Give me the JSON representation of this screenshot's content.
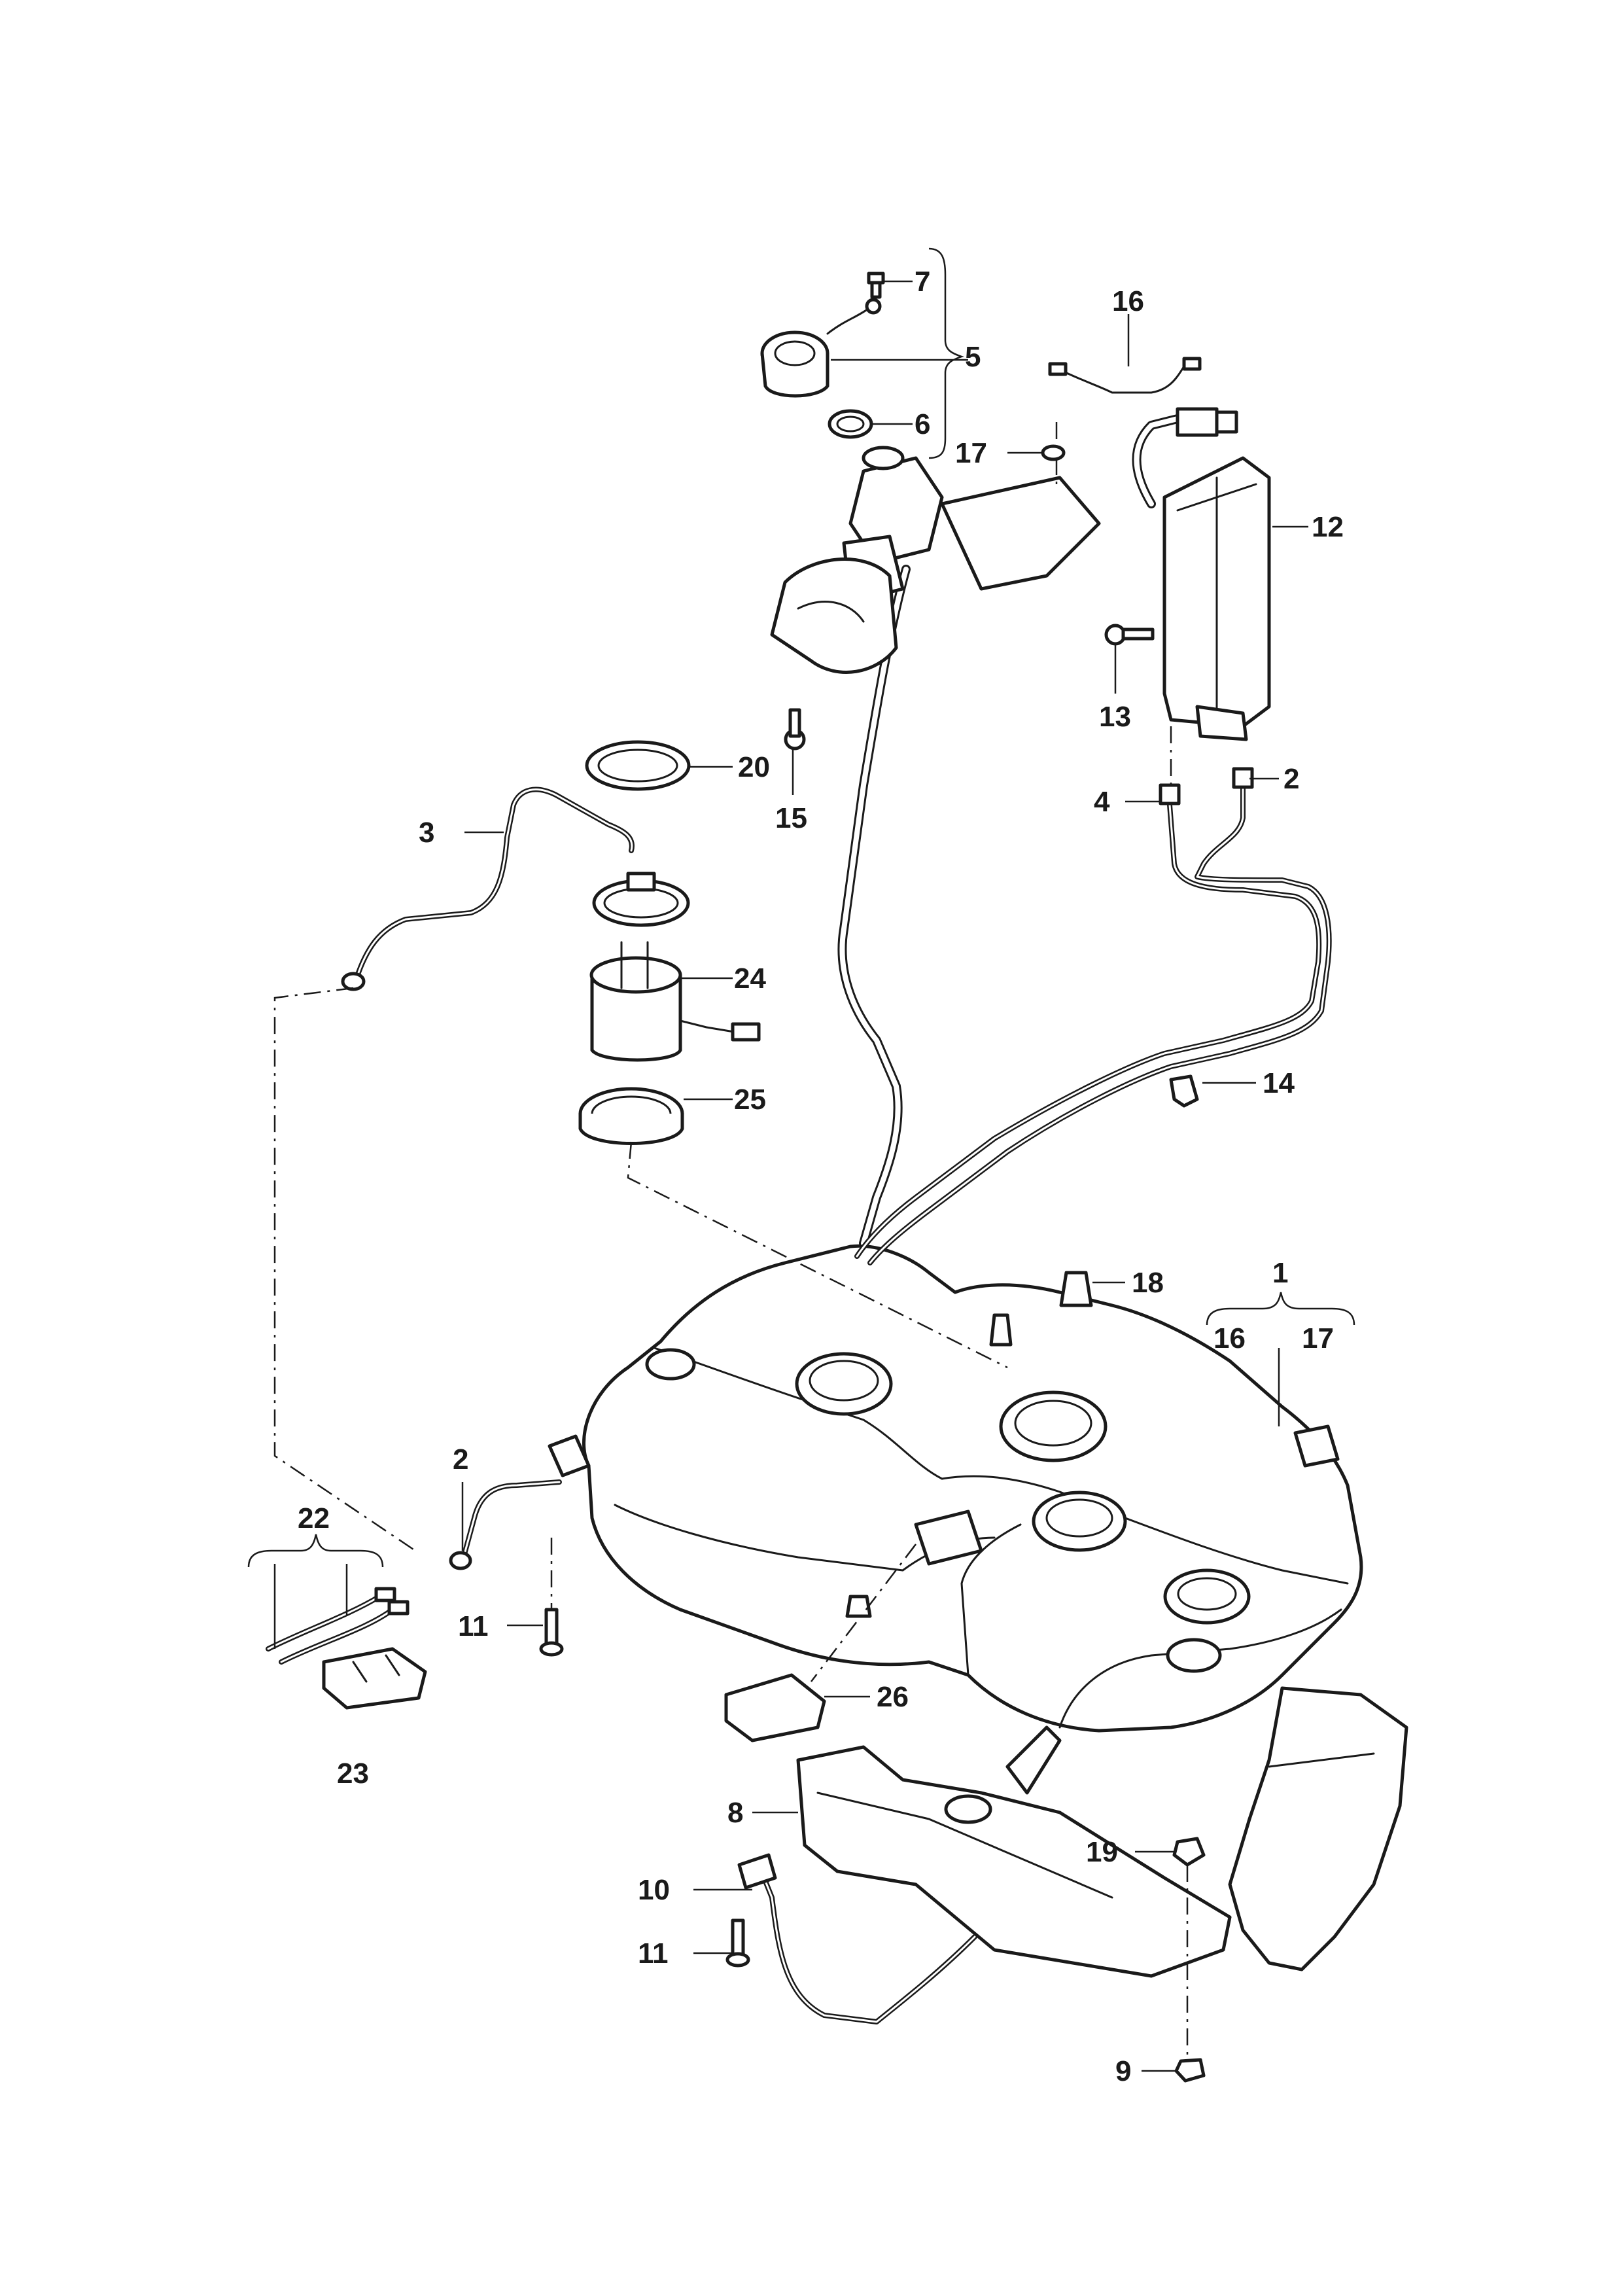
{
  "labels": {
    "p1": "1",
    "p2_top": "2",
    "p2_left": "2",
    "p3": "3",
    "p4": "4",
    "p5": "5",
    "p6": "6",
    "p7": "7",
    "p8": "8",
    "p9": "9",
    "p10": "10",
    "p11_left": "11",
    "p11_bottom": "11",
    "p12": "12",
    "p13": "13",
    "p14": "14",
    "p15": "15",
    "p16_top": "16",
    "p16_group": "16",
    "p17_top": "17",
    "p17_group": "17",
    "p18": "18",
    "p19": "19",
    "p20": "20",
    "p22": "22",
    "p23": "23",
    "p24": "24",
    "p25": "25",
    "p26": "26"
  }
}
